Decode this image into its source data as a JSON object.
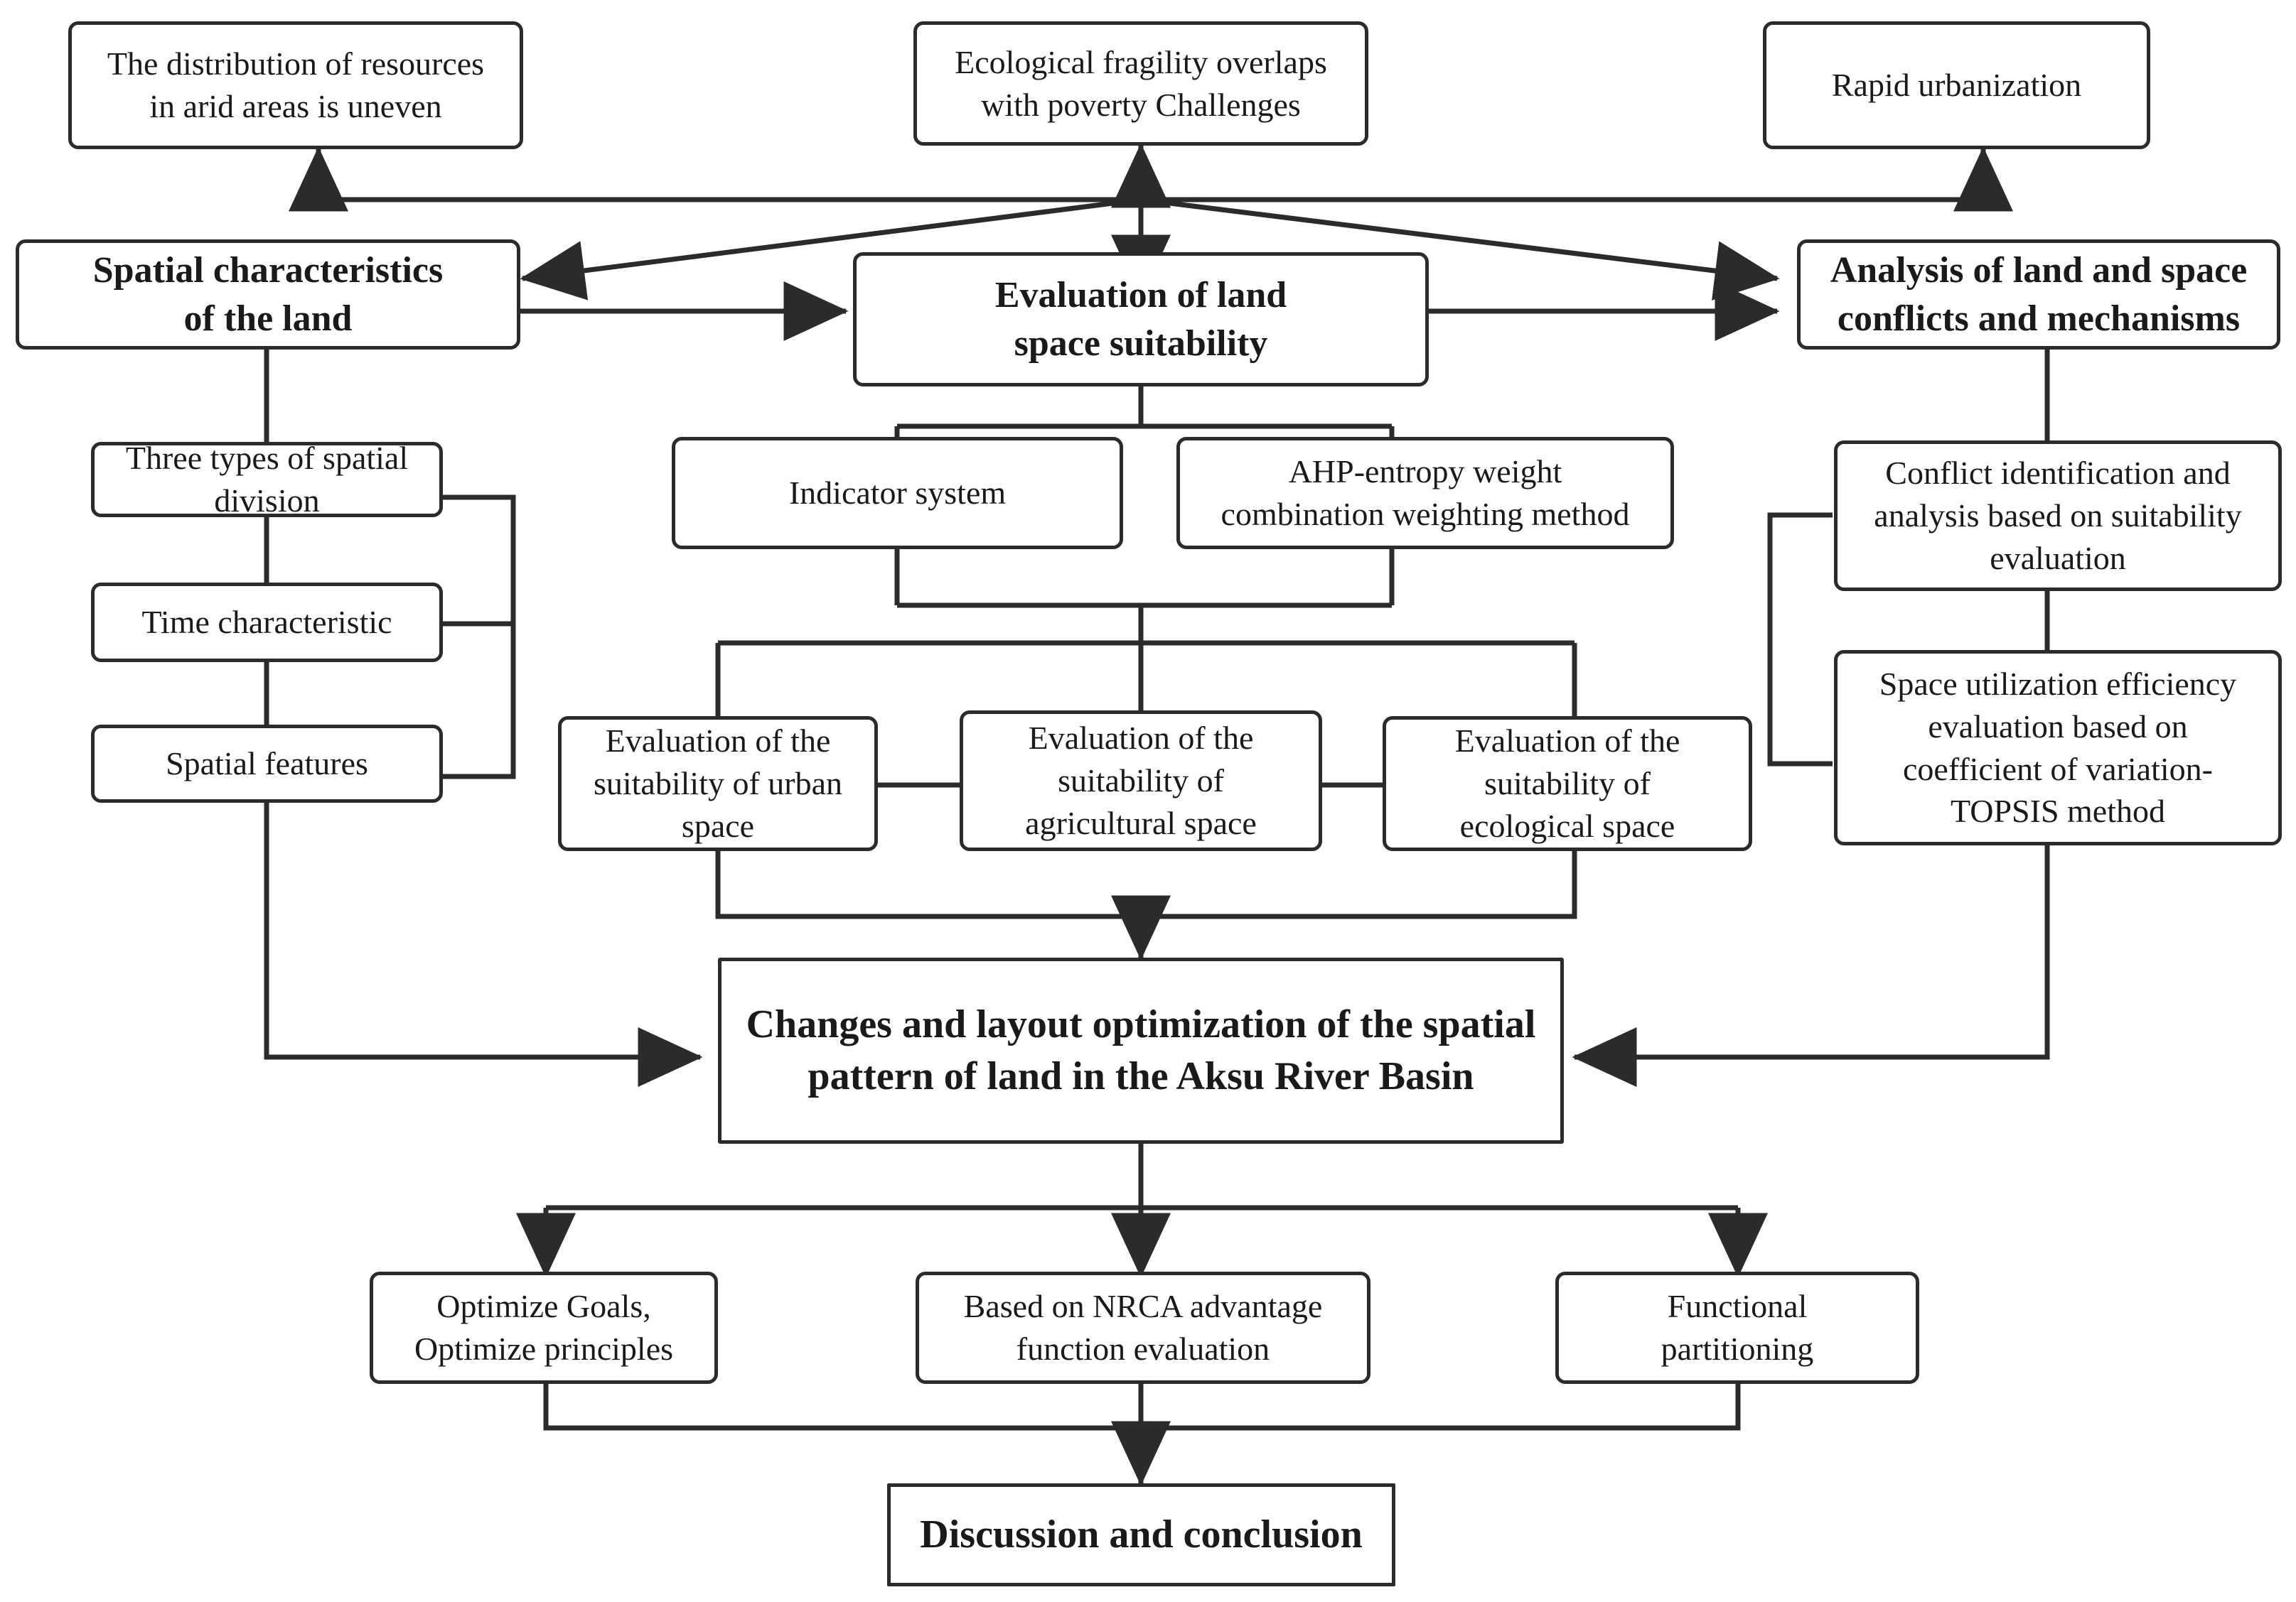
{
  "diagram": {
    "title": "Research framework flowchart for land space suitability evaluation in the Aksu River Basin",
    "line_color": "#2b2b2b",
    "background": "#ffffff",
    "nodes": {
      "resources_uneven": "The distribution of resources\nin arid areas is uneven",
      "ecological_fragility": "Ecological fragility overlaps\nwith poverty Challenges",
      "rapid_urbanization": "Rapid urbanization",
      "spatial_characteristics": "Spatial characteristics\nof the land",
      "evaluation_suitability": "Evaluation of land\nspace suitability",
      "conflicts_analysis": "Analysis of land and space\nconflicts and mechanisms",
      "three_types": "Three types of spatial\ndivision",
      "time_characteristic": "Time characteristic",
      "spatial_features": "Spatial features",
      "indicator_system": "Indicator system",
      "ahp_entropy": "AHP-entropy weight\ncombination weighting method",
      "eval_urban": "Evaluation of the\nsuitability of urban\nspace",
      "eval_agricultural": "Evaluation of the\nsuitability of\nagricultural space",
      "eval_ecological": "Evaluation of the\nsuitability of\necological space",
      "conflict_identification": "Conflict identification and\nanalysis based on suitability\nevaluation",
      "space_utilization": "Space utilization efficiency\nevaluation based on\ncoefficient of variation-\nTOPSIS method",
      "changes_layout": "Changes and layout optimization of the spatial\npattern of land in the Aksu River Basin",
      "optimize_goals": "Optimize Goals,\nOptimize principles",
      "nrca_advantage": "Based on NRCA advantage\nfunction evaluation",
      "functional_partitioning": "Functional\npartitioning",
      "discussion_conclusion": "Discussion and conclusion"
    }
  }
}
